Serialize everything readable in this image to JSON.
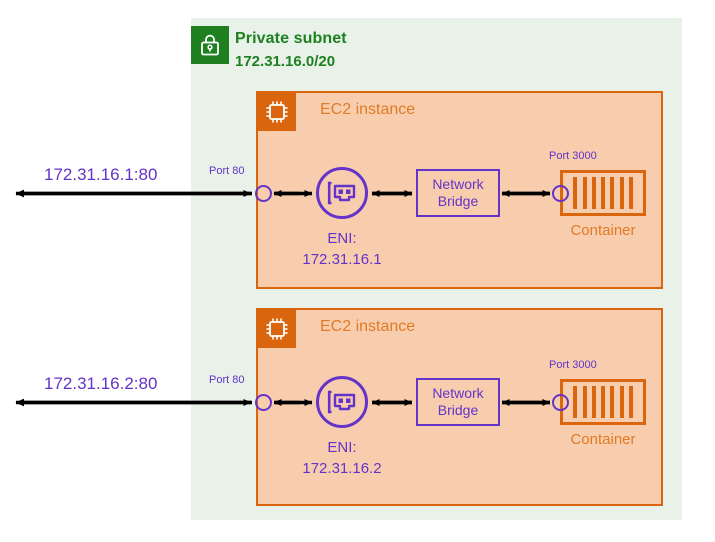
{
  "diagram": {
    "title": "AWS private subnet with two EC2 instances bridging containers",
    "colors": {
      "subnet_bg": "#e8f2e8",
      "subnet_green": "#1e8021",
      "ec2_bg": "#f8cdae",
      "ec2_border": "#d9660f",
      "ec2_title": "#e07b26",
      "purple": "#6433c9",
      "arrow_black": "#000000"
    }
  },
  "subnet": {
    "icon": "lock-icon",
    "title": "Private subnet",
    "cidr": "172.31.16.0/20"
  },
  "instances": [
    {
      "icon": "cpu-chip-icon",
      "title": "EC2 instance",
      "endpoint_label": "172.31.16.1:80",
      "port_in_label": "Port 80",
      "eni_label_line1": "ENI:",
      "eni_label_line2": "172.31.16.1",
      "eni_icon": "network-interface-card-icon",
      "bridge_line1": "Network",
      "bridge_line2": "Bridge",
      "container_port_label": "Port 3000",
      "container_label": "Container",
      "container_bars": 7
    },
    {
      "icon": "cpu-chip-icon",
      "title": "EC2 instance",
      "endpoint_label": "172.31.16.2:80",
      "port_in_label": "Port 80",
      "eni_label_line1": "ENI:",
      "eni_label_line2": "172.31.16.2",
      "eni_icon": "network-interface-card-icon",
      "bridge_line1": "Network",
      "bridge_line2": "Bridge",
      "container_port_label": "Port 3000",
      "container_label": "Container",
      "container_bars": 7
    }
  ]
}
